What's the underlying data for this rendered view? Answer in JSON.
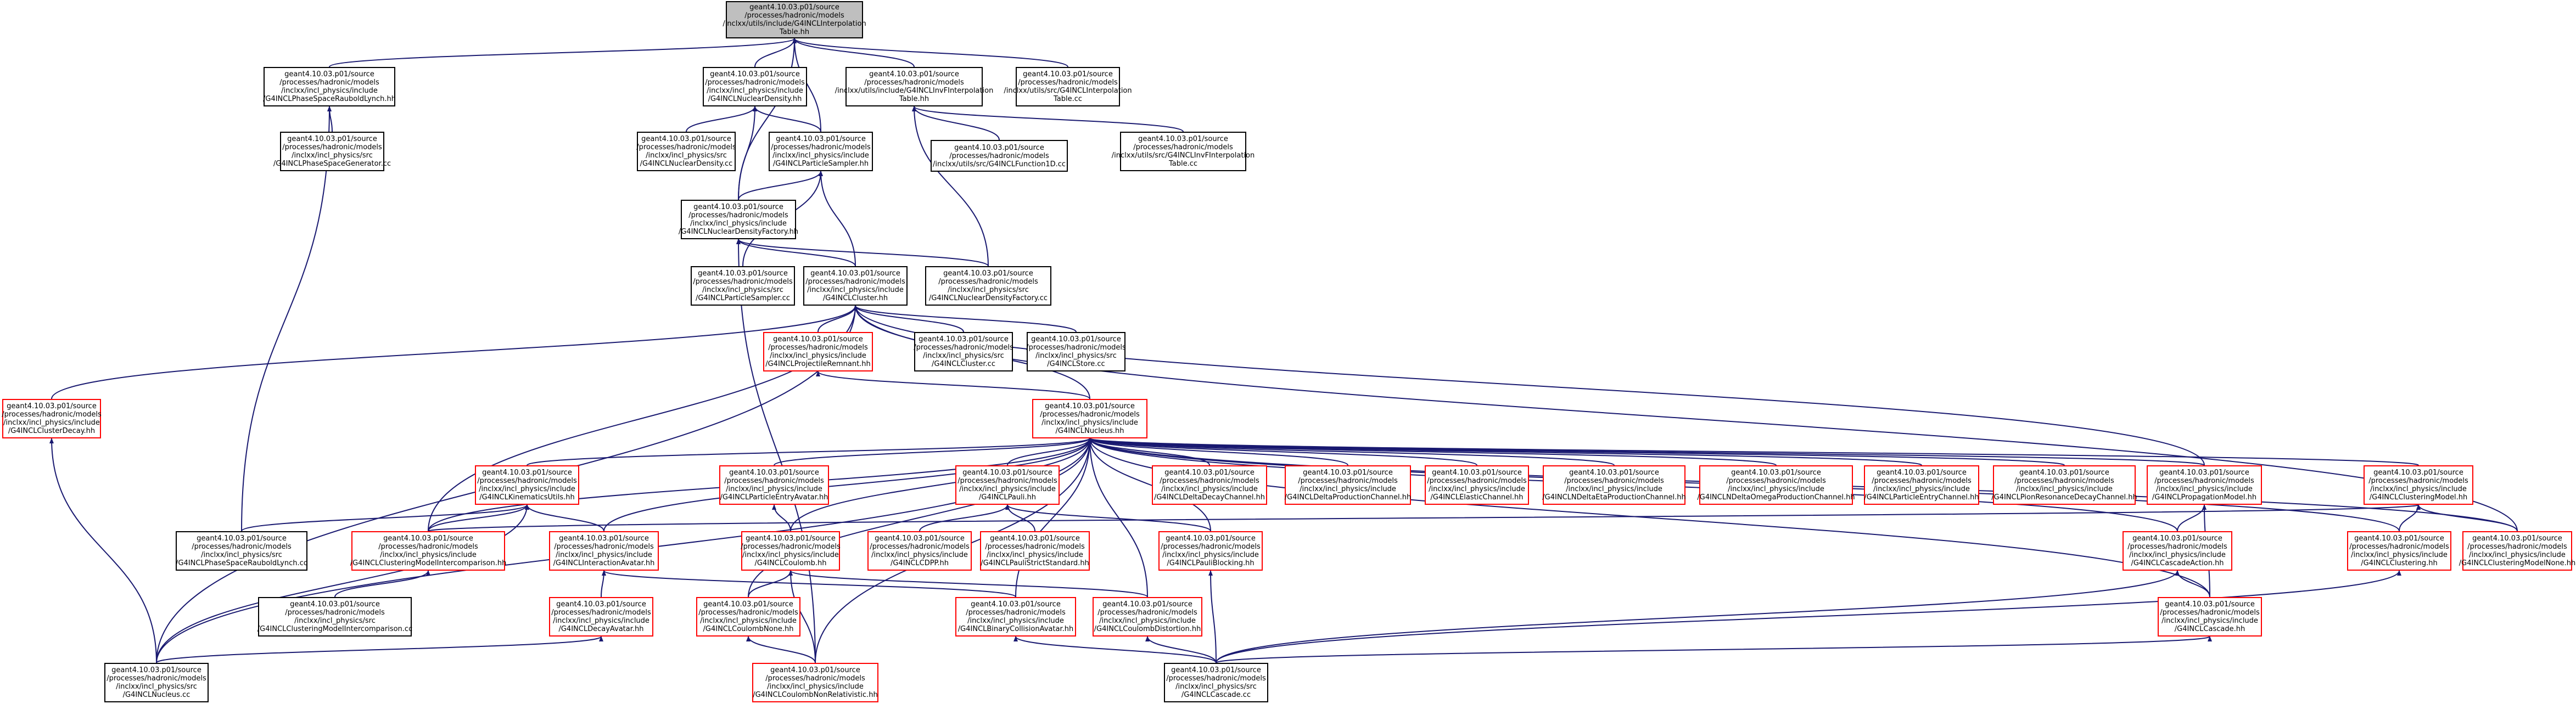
{
  "diagram": {
    "nodes": {
      "root": "geant4.10.03.p01/source\n/processes/hadronic/models\n/inclxx/utils/include/G4INCLInterpolation\nTable.hh",
      "phaseRauboldLynchHH": "geant4.10.03.p01/source\n/processes/hadronic/models\n/inclxx/incl_physics/include\n/G4INCLPhaseSpaceRauboldLynch.hh",
      "nuclearDensityHH": "geant4.10.03.p01/source\n/processes/hadronic/models\n/inclxx/incl_physics/include\n/G4INCLNuclearDensity.hh",
      "invFInterpHH": "geant4.10.03.p01/source\n/processes/hadronic/models\n/inclxx/utils/include/G4INCLInvFInterpolation\nTable.hh",
      "interpCC": "geant4.10.03.p01/source\n/processes/hadronic/models\n/inclxx/utils/src/G4INCLInterpolation\nTable.cc",
      "phaseGeneratorCC": "geant4.10.03.p01/source\n/processes/hadronic/models\n/inclxx/incl_physics/src\n/G4INCLPhaseSpaceGenerator.cc",
      "nuclearDensityCC": "geant4.10.03.p01/source\n/processes/hadronic/models\n/inclxx/incl_physics/src\n/G4INCLNuclearDensity.cc",
      "particleSamplerHH": "geant4.10.03.p01/source\n/processes/hadronic/models\n/inclxx/incl_physics/include\n/G4INCLParticleSampler.hh",
      "function1DCC": "geant4.10.03.p01/source\n/processes/hadronic/models\n/inclxx/utils/src/G4INCLFunction1D.cc",
      "invFInterpCC": "geant4.10.03.p01/source\n/processes/hadronic/models\n/inclxx/utils/src/G4INCLInvFInterpolation\nTable.cc",
      "densityFactoryHH": "geant4.10.03.p01/source\n/processes/hadronic/models\n/inclxx/incl_physics/include\n/G4INCLNuclearDensityFactory.hh",
      "particleSamplerCC": "geant4.10.03.p01/source\n/processes/hadronic/models\n/inclxx/incl_physics/src\n/G4INCLParticleSampler.cc",
      "clusterHH": "geant4.10.03.p01/source\n/processes/hadronic/models\n/inclxx/incl_physics/include\n/G4INCLCluster.hh",
      "densityFactoryCC": "geant4.10.03.p01/source\n/processes/hadronic/models\n/inclxx/incl_physics/src\n/G4INCLNuclearDensityFactory.cc",
      "projectileRemnantHH": "geant4.10.03.p01/source\n/processes/hadronic/models\n/inclxx/incl_physics/include\n/G4INCLProjectileRemnant.hh",
      "clusterCC": "geant4.10.03.p01/source\n/processes/hadronic/models\n/inclxx/incl_physics/src\n/G4INCLCluster.cc",
      "storeCC": "geant4.10.03.p01/source\n/processes/hadronic/models\n/inclxx/incl_physics/src\n/G4INCLStore.cc",
      "clusterDecayHH": "geant4.10.03.p01/source\n/processes/hadronic/models\n/inclxx/incl_physics/include\n/G4INCLClusterDecay.hh",
      "nucleusHH": "geant4.10.03.p01/source\n/processes/hadronic/models\n/inclxx/incl_physics/include\n/G4INCLNucleus.hh",
      "kinematicsHH": "geant4.10.03.p01/source\n/processes/hadronic/models\n/inclxx/incl_physics/include\n/G4INCLKinematicsUtils.hh",
      "entryAvatarHH": "geant4.10.03.p01/source\n/processes/hadronic/models\n/inclxx/incl_physics/include\n/G4INCLParticleEntryAvatar.hh",
      "pauliHH": "geant4.10.03.p01/source\n/processes/hadronic/models\n/inclxx/incl_physics/include\n/G4INCLPauli.hh",
      "deltaDecayHH": "geant4.10.03.p01/source\n/processes/hadronic/models\n/inclxx/incl_physics/include\n/G4INCLDeltaDecayChannel.hh",
      "deltaProdHH": "geant4.10.03.p01/source\n/processes/hadronic/models\n/inclxx/incl_physics/include\n/G4INCLDeltaProductionChannel.hh",
      "elasticHH": "geant4.10.03.p01/source\n/processes/hadronic/models\n/inclxx/incl_physics/include\n/G4INCLElasticChannel.hh",
      "etaProdHH": "geant4.10.03.p01/source\n/processes/hadronic/models\n/inclxx/incl_physics/include\n/G4INCLNDeltaEtaProductionChannel.hh",
      "omegaProdHH": "geant4.10.03.p01/source\n/processes/hadronic/models\n/inclxx/incl_physics/include\n/G4INCLNDeltaOmegaProductionChannel.hh",
      "particleEntryChHH": "geant4.10.03.p01/source\n/processes/hadronic/models\n/inclxx/incl_physics/include\n/G4INCLParticleEntryChannel.hh",
      "pionResonanceHH": "geant4.10.03.p01/source\n/processes/hadronic/models\n/inclxx/incl_physics/include\n/G4INCLPionResonanceDecayChannel.hh",
      "propagationHH": "geant4.10.03.p01/source\n/processes/hadronic/models\n/inclxx/incl_physics/include\n/G4INCLPropagationModel.hh",
      "clusteringModelHH": "geant4.10.03.p01/source\n/processes/hadronic/models\n/inclxx/incl_physics/include\n/G4INCLClusteringModel.hh",
      "phaseRauboldLynchCC": "geant4.10.03.p01/source\n/processes/hadronic/models\n/inclxx/incl_physics/src\n/G4INCLPhaseSpaceRauboldLynch.cc",
      "clusteringIntercompHH": "geant4.10.03.p01/source\n/processes/hadronic/models\n/inclxx/incl_physics/include\n/G4INCLClusteringModelIntercomparison.hh",
      "interactionAvatarHH": "geant4.10.03.p01/source\n/processes/hadronic/models\n/inclxx/incl_physics/include\n/G4INCLInteractionAvatar.hh",
      "coulombHH": "geant4.10.03.p01/source\n/processes/hadronic/models\n/inclxx/incl_physics/include\n/G4INCLCoulomb.hh",
      "cdppHH": "geant4.10.03.p01/source\n/processes/hadronic/models\n/inclxx/incl_physics/include\n/G4INCLCDPP.hh",
      "pauliStrictHH": "geant4.10.03.p01/source\n/processes/hadronic/models\n/inclxx/incl_physics/include\n/G4INCLPauliStrictStandard.hh",
      "pauliBlockingHH": "geant4.10.03.p01/source\n/processes/hadronic/models\n/inclxx/incl_physics/include\n/G4INCLPauliBlocking.hh",
      "cascadeActionHH": "geant4.10.03.p01/source\n/processes/hadronic/models\n/inclxx/incl_physics/include\n/G4INCLCascadeAction.hh",
      "clusteringHH": "geant4.10.03.p01/source\n/processes/hadronic/models\n/inclxx/incl_physics/include\n/G4INCLClustering.hh",
      "clusteringModelNoneHH": "geant4.10.03.p01/source\n/processes/hadronic/models\n/inclxx/incl_physics/include\n/G4INCLClusteringModelNone.hh",
      "clusteringIntercompCC": "geant4.10.03.p01/source\n/processes/hadronic/models\n/inclxx/incl_physics/src\n/G4INCLClusteringModelIntercomparison.cc",
      "decayAvatarHH": "geant4.10.03.p01/source\n/processes/hadronic/models\n/inclxx/incl_physics/include\n/G4INCLDecayAvatar.hh",
      "coulombNoneHH": "geant4.10.03.p01/source\n/processes/hadronic/models\n/inclxx/incl_physics/include\n/G4INCLCoulombNone.hh",
      "binaryCollisionHH": "geant4.10.03.p01/source\n/processes/hadronic/models\n/inclxx/incl_physics/include\n/G4INCLBinaryCollisionAvatar.hh",
      "coulombDistortionHH": "geant4.10.03.p01/source\n/processes/hadronic/models\n/inclxx/incl_physics/include\n/G4INCLCoulombDistortion.hh",
      "cascadeHH": "geant4.10.03.p01/source\n/processes/hadronic/models\n/inclxx/incl_physics/include\n/G4INCLCascade.hh",
      "nucleusCC": "geant4.10.03.p01/source\n/processes/hadronic/models\n/inclxx/incl_physics/src\n/G4INCLNucleus.cc",
      "coulombNonRelHH": "geant4.10.03.p01/source\n/processes/hadronic/models\n/inclxx/incl_physics/include\n/G4INCLCoulombNonRelativistic.hh",
      "cascadeCC": "geant4.10.03.p01/source\n/processes/hadronic/models\n/inclxx/incl_physics/src\n/G4INCLCascade.cc"
    }
  }
}
